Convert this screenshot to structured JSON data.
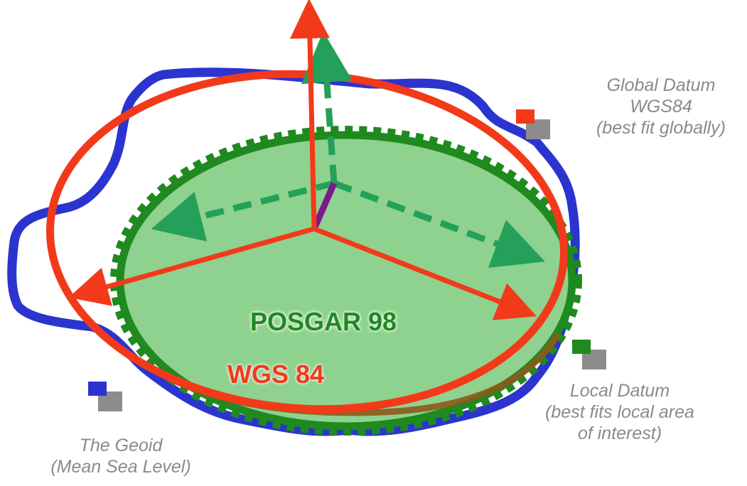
{
  "diagram": {
    "labels": {
      "posgar": "POSGAR 98",
      "wgs": "WGS 84"
    },
    "legend": {
      "global": [
        "Global Datum",
        "WGS84",
        "(best fit globally)"
      ],
      "local": [
        "Local Datum",
        "(best fits local area",
        "of interest)"
      ],
      "geoid": [
        "The Geoid",
        "(Mean Sea Level)"
      ]
    },
    "colors": {
      "geoid": "#2b34cf",
      "wgs84": "#f23a1a",
      "posgar": "#1f8a1f",
      "posgar_fill": "#8fd18f",
      "posgar_axes": "#24a05a",
      "shift": "#7a1a8c",
      "legend_text": "#8a8a8a",
      "swatch_back": "#8c8c8c"
    }
  }
}
